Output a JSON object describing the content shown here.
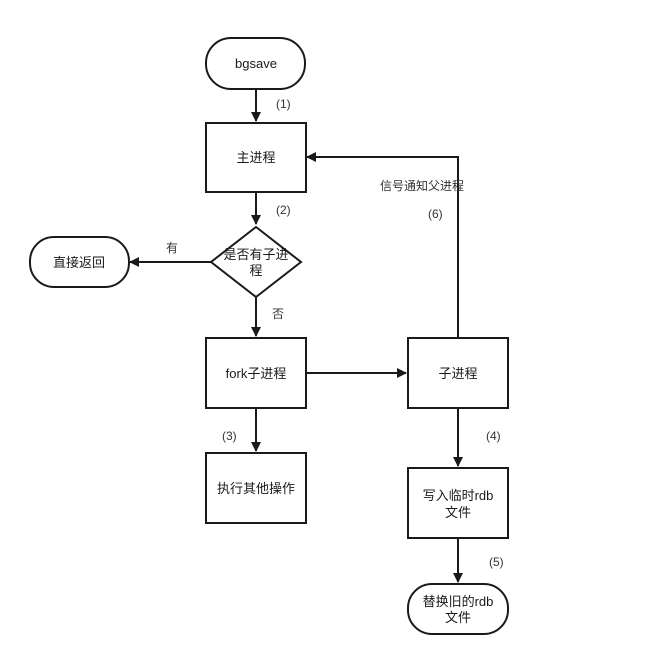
{
  "diagram": {
    "nodes": {
      "bgsave": "bgsave",
      "main_process": "主进程",
      "decision_line1": "是否有子进",
      "decision_line2": "程",
      "return_directly": "直接返回",
      "fork": "fork子进程",
      "other_ops": "执行其他操作",
      "child_process": "子进程",
      "write_temp_line1": "写入临时rdb",
      "write_temp_line2": "文件",
      "replace_line1": "替换旧的rdb",
      "replace_line2": "文件"
    },
    "edge_labels": {
      "step1": "(1)",
      "step2": "(2)",
      "step3": "(3)",
      "step4": "(4)",
      "step5": "(5)",
      "step6": "(6)",
      "yes": "有",
      "no": "否",
      "notify_parent": "信号通知父进程"
    }
  }
}
